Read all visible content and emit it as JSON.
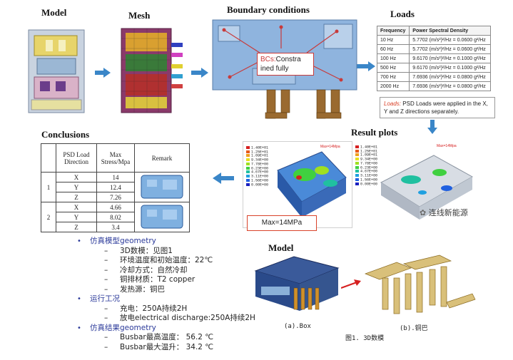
{
  "titles": {
    "model_top": "Model",
    "mesh": "Mesh",
    "boundary": "Boundary conditions",
    "loads": "Loads",
    "conclusions": "Conclusions",
    "result_plots": "Result plots",
    "model_bottom": "Model"
  },
  "bcs": {
    "prefix": "BCs:",
    "rest": "Constra ined fully"
  },
  "loads_table": {
    "headers": [
      "Frequency",
      "Power Spectral Density"
    ],
    "rows": [
      [
        "10 Hz",
        "5.7702 (m/s²)²/Hz = 0.0600 g²/Hz"
      ],
      [
        "60 Hz",
        "5.7702 (m/s²)²/Hz = 0.0600 g²/Hz"
      ],
      [
        "100 Hz",
        "9.6170 (m/s²)²/Hz = 0.1000 g²/Hz"
      ],
      [
        "500 Hz",
        "9.6170 (m/s²)²/Hz = 0.1000 g²/Hz"
      ],
      [
        "700 Hz",
        "7.6936 (m/s²)²/Hz = 0.0800 g²/Hz"
      ],
      [
        "2000 Hz",
        "7.6936 (m/s²)²/Hz = 0.0800 g²/Hz"
      ]
    ]
  },
  "loads_note": {
    "prefix": "Loads:",
    "rest": "PSD Loads were applied in the X, Y and Z directions separately."
  },
  "conclusions_table": {
    "headers": [
      "",
      "PSD Load Direction",
      "Max Stress/Mpa",
      "Remark"
    ],
    "groups": [
      {
        "id": "1",
        "rows": [
          [
            "X",
            "14"
          ],
          [
            "Y",
            "12.4"
          ],
          [
            "Z",
            "7.26"
          ]
        ]
      },
      {
        "id": "2",
        "rows": [
          [
            "X",
            "4.66"
          ],
          [
            "Y",
            "8.02"
          ],
          [
            "Z",
            "3.4"
          ]
        ]
      }
    ]
  },
  "result": {
    "max_label_left": "Max=14Mpa",
    "max_label_right": "Max=14Mpa",
    "callout": "Max=14MPa",
    "legend_values": [
      "1.40E+01",
      "1.25E+01",
      "1.09E+01",
      "9.34E+00",
      "7.78E+00",
      "6.23E+00",
      "4.67E+00",
      "3.11E+00",
      "1.56E+00",
      "0.00E+00"
    ],
    "legend_colors": [
      "#d62020",
      "#e85a1a",
      "#f0a020",
      "#e8e020",
      "#a0e020",
      "#40d040",
      "#20c0a0",
      "#20a0e0",
      "#2060e0",
      "#1a20c0"
    ]
  },
  "watermark": "连线新能源",
  "bullets": [
    {
      "head": "仿真模型geometry",
      "items": [
        "3D数模：见图1",
        "环境温度和初始温度：22℃",
        "冷却方式：自然冷却",
        "铜排材质：T2 copper",
        "发热源：铜巴"
      ]
    },
    {
      "head": "运行工况",
      "items": [
        "充电：250A持续2H",
        "放电electrical discharge:250A持续2H"
      ]
    },
    {
      "head": "仿真结果geometry",
      "items": [
        "Busbar最高温度：  56.2 ℃",
        "Busbar最大温升：  34.2 ℃"
      ]
    }
  ],
  "captions": {
    "box": "(a).Box",
    "copper": "(b).铜巴",
    "figure": "图1. 3D数模"
  },
  "colors": {
    "accent_arrow": "#3a86c8",
    "callout_border": "#d9432a",
    "bullet_head": "#2b3a9a"
  }
}
